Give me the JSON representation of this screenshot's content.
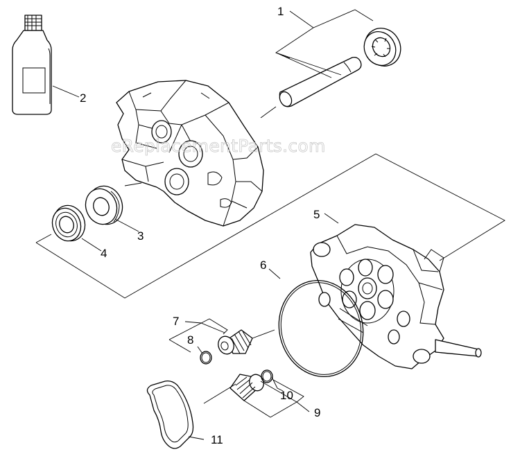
{
  "watermark": "eReplacementParts.com",
  "callouts": {
    "c1": "1",
    "c2": "2",
    "c3": "3",
    "c4": "4",
    "c5": "5",
    "c6": "6",
    "c7": "7",
    "c8": "8",
    "c9": "9",
    "c10": "10",
    "c11": "11"
  },
  "colors": {
    "line": "#000000",
    "background": "#ffffff",
    "watermark": "#c8c8c8"
  }
}
